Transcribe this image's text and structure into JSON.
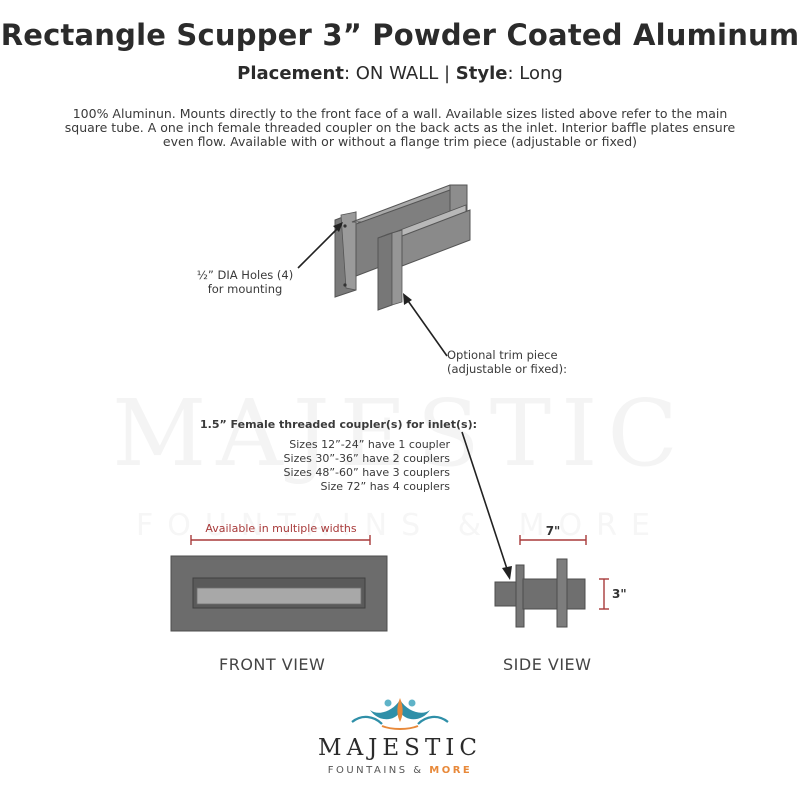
{
  "title": "Rectangle Scupper 3” Powder Coated Aluminum",
  "subtitle": {
    "placement_label": "Placement",
    "placement_value": ": ON WALL | ",
    "style_label": "Style",
    "style_value": ": Long"
  },
  "description": {
    "line1": "100% Aluminun. Mounts directly to the front face of a wall. Available sizes listed above refer to the main",
    "line2": "square tube. A one inch female threaded coupler on the back acts as the inlet. Interior baffle plates ensure",
    "line3": "even flow. Available with or without a flange trim piece (adjustable or fixed)"
  },
  "callouts": {
    "holes_line1": "½” DIA Holes (4)",
    "holes_line2": "for mounting",
    "trim_line1": "Optional trim piece",
    "trim_line2": "(adjustable or fixed):",
    "coupler_heading": "1.5” Female threaded coupler(s) for inlet(s):",
    "coupler_sizes": [
      "Sizes 12”-24” have 1 coupler",
      "Sizes 30”-36” have 2 couplers",
      "Sizes 48”-60” have 3 couplers",
      "Size 72” has 4 couplers"
    ]
  },
  "front_view": {
    "width_note": "Available in multiple widths",
    "label": "FRONT VIEW"
  },
  "side_view": {
    "depth_dim": "7\"",
    "height_dim": "3\"",
    "label": "SIDE VIEW"
  },
  "watermark": {
    "main": "MAJESTIC",
    "sub": "FOUNTAINS & MORE"
  },
  "logo": {
    "name": "MAJESTIC",
    "tagline_prefix": "FOUNTAINS & ",
    "tagline_accent": "MORE"
  },
  "colors": {
    "dimension_red": "#a83a3a",
    "metal_dark": "#6f6f6f",
    "metal_mid": "#8a8a8a",
    "metal_light": "#a9a9a9",
    "accent_orange": "#e8893a",
    "logo_teal": "#2f8fa8"
  }
}
